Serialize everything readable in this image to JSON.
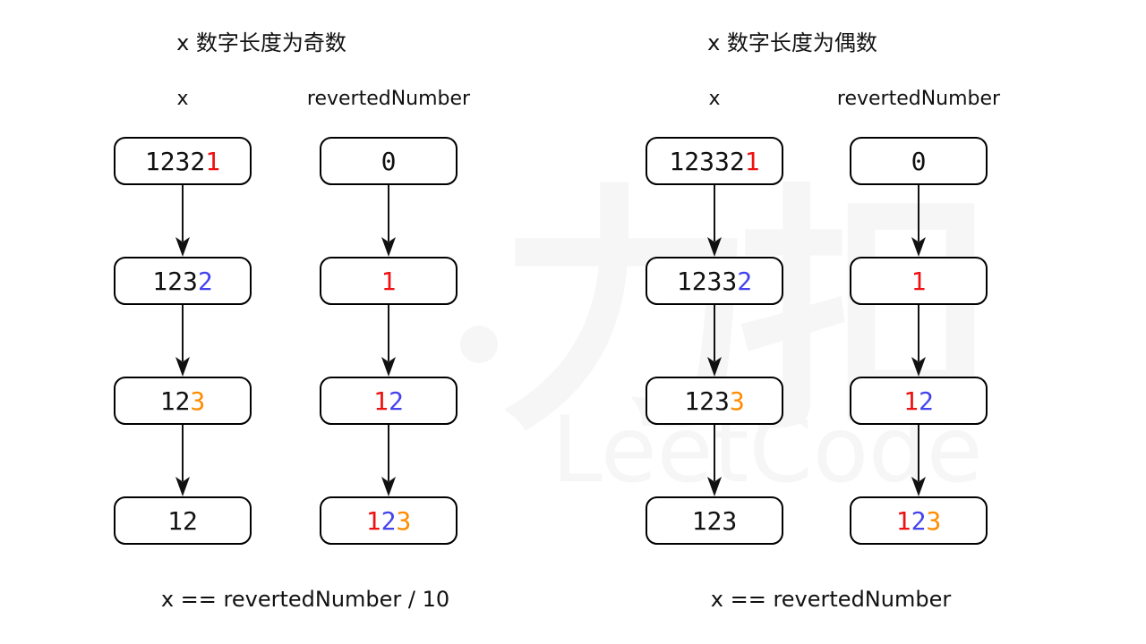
{
  "watermark": {
    "cjk": "力扣",
    "latin": "LeetCode",
    "color": "#f6f6f6"
  },
  "colors": {
    "black": "#111111",
    "red": "#ee1111",
    "blue": "#4343ee",
    "orange": "#ff8c00"
  },
  "panels": [
    {
      "id": "odd-length",
      "title": "x 数字长度为奇数",
      "footer": "x == revertedNumber / 10",
      "columns": [
        {
          "header": "x",
          "boxes": [
            [
              {
                "t": "1232",
                "c": "black"
              },
              {
                "t": "1",
                "c": "red"
              }
            ],
            [
              {
                "t": "123",
                "c": "black"
              },
              {
                "t": "2",
                "c": "blue"
              }
            ],
            [
              {
                "t": "12",
                "c": "black"
              },
              {
                "t": "3",
                "c": "orange"
              }
            ],
            [
              {
                "t": "12",
                "c": "black"
              }
            ]
          ]
        },
        {
          "header": "revertedNumber",
          "boxes": [
            [
              {
                "t": "0",
                "c": "black"
              }
            ],
            [
              {
                "t": "1",
                "c": "red"
              }
            ],
            [
              {
                "t": "1",
                "c": "red"
              },
              {
                "t": "2",
                "c": "blue"
              }
            ],
            [
              {
                "t": "1",
                "c": "red"
              },
              {
                "t": "2",
                "c": "blue"
              },
              {
                "t": "3",
                "c": "orange"
              }
            ]
          ]
        }
      ]
    },
    {
      "id": "even-length",
      "title": "x 数字长度为偶数",
      "footer": "x == revertedNumber",
      "columns": [
        {
          "header": "x",
          "boxes": [
            [
              {
                "t": "12332",
                "c": "black"
              },
              {
                "t": "1",
                "c": "red"
              }
            ],
            [
              {
                "t": "1233",
                "c": "black"
              },
              {
                "t": "2",
                "c": "blue"
              }
            ],
            [
              {
                "t": "123",
                "c": "black"
              },
              {
                "t": "3",
                "c": "orange"
              }
            ],
            [
              {
                "t": "123",
                "c": "black"
              }
            ]
          ]
        },
        {
          "header": "revertedNumber",
          "boxes": [
            [
              {
                "t": "0",
                "c": "black"
              }
            ],
            [
              {
                "t": "1",
                "c": "red"
              }
            ],
            [
              {
                "t": "1",
                "c": "red"
              },
              {
                "t": "2",
                "c": "blue"
              }
            ],
            [
              {
                "t": "1",
                "c": "red"
              },
              {
                "t": "2",
                "c": "blue"
              },
              {
                "t": "3",
                "c": "orange"
              }
            ]
          ]
        }
      ]
    }
  ]
}
